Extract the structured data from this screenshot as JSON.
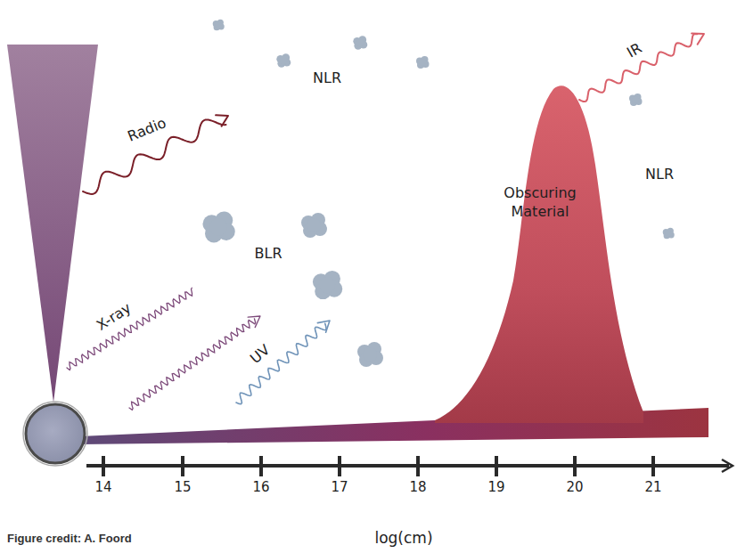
{
  "diagram": {
    "nodes": [
      {
        "text": [
          "Obscuring Material"
        ]
      }
    ],
    "labels": [
      "NLR",
      "Radio",
      "BLR",
      "X-ray",
      "UV",
      "IR",
      "NLR",
      "14",
      "15",
      "16",
      "17",
      "18",
      "19",
      "20",
      "21",
      "log(cm)",
      "Figure credit: A. Foord"
    ]
  }
}
